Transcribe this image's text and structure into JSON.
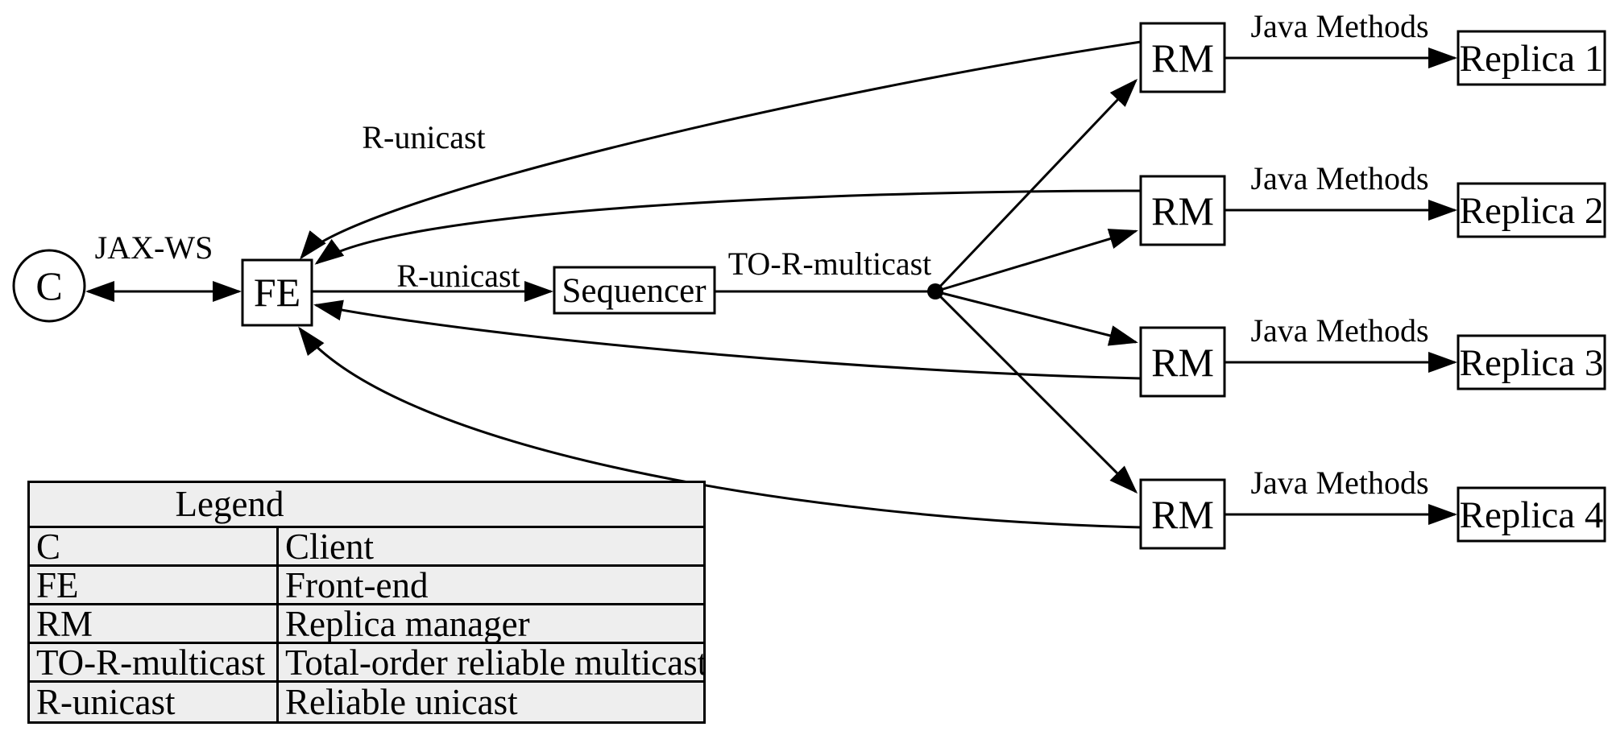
{
  "colors": {
    "ink": "#000000",
    "background": "#ffffff",
    "legend_background": "#eeeeee"
  },
  "nodes": {
    "client_label": "C",
    "front_end_label": "FE",
    "sequencer_label": "Sequencer",
    "rm_label": "RM",
    "replica_labels": [
      "Replica 1",
      "Replica 2",
      "Replica 3",
      "Replica 4"
    ]
  },
  "edge_labels": {
    "client_fe": "JAX-WS",
    "fe_sequencer": "R-unicast",
    "rm_fe_reply": "R-unicast",
    "sequencer_multicast": "TO-R-multicast",
    "rm_replica": "Java Methods"
  },
  "legend": {
    "title": "Legend",
    "rows": [
      {
        "term": "C",
        "definition": "Client"
      },
      {
        "term": "FE",
        "definition": "Front-end"
      },
      {
        "term": "RM",
        "definition": "Replica manager"
      },
      {
        "term": "TO-R-multicast",
        "definition": "Total-order reliable multicast"
      },
      {
        "term": "R-unicast",
        "definition": "Reliable unicast"
      }
    ]
  }
}
